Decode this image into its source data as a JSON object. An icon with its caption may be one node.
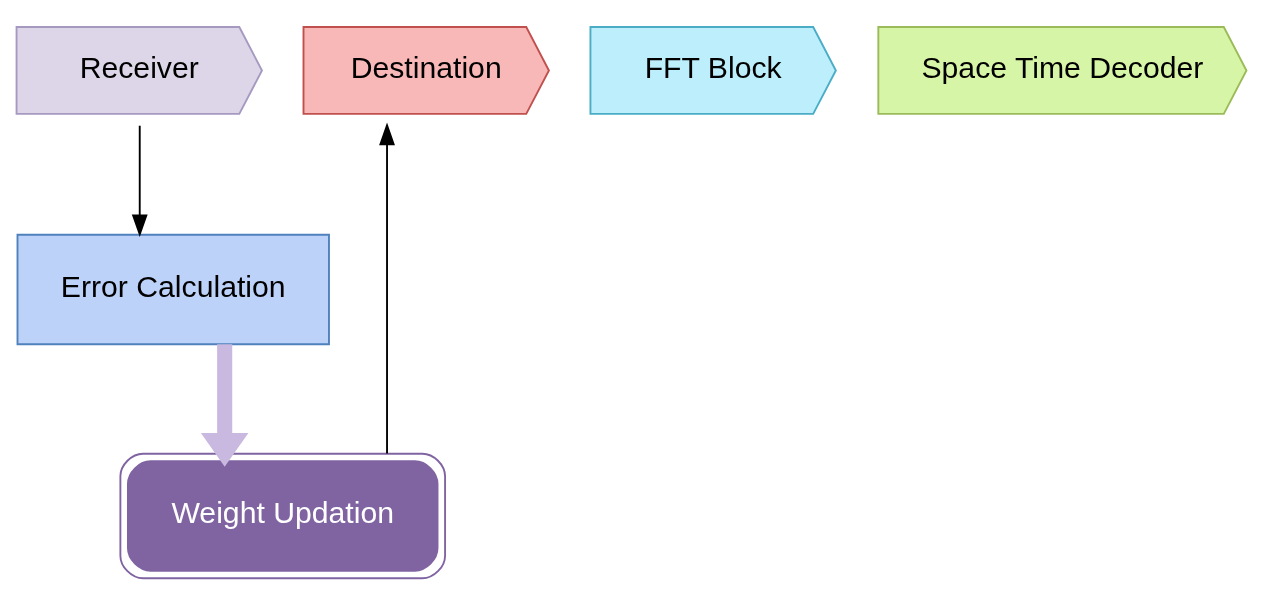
{
  "diagram": {
    "nodes": [
      {
        "text": [
          "Receiver"
        ]
      },
      {
        "text": [
          "FFT Block"
        ]
      },
      {
        "text": [
          "Space Time Decoder"
        ]
      },
      {
        "text": [
          "Destination"
        ]
      },
      {
        "text": [
          "Error Calculation"
        ]
      },
      {
        "text": [
          "Weight Updation"
        ]
      }
    ],
    "edges": [
      {
        "from": 0,
        "to": 4,
        "arrow": "to"
      },
      {
        "from": 4,
        "to": 5,
        "arrow": "to",
        "style": "thick",
        "color": "#c9b8e0"
      },
      {
        "from": 5,
        "to": 3,
        "arrow": "to"
      }
    ]
  }
}
